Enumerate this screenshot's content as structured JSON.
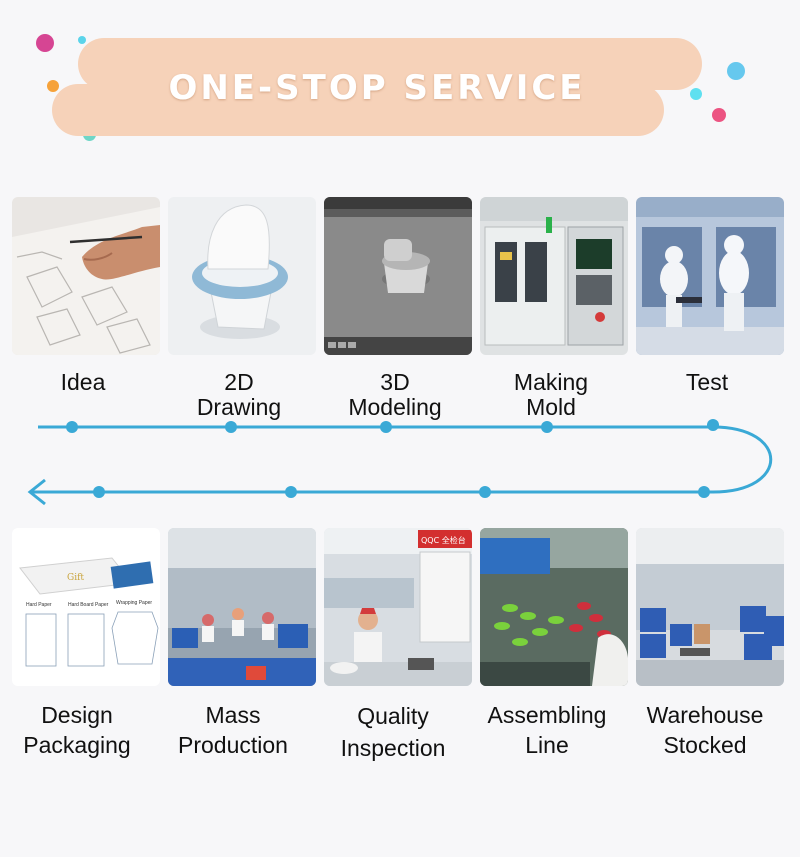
{
  "header": {
    "title": "ONE-STOP SERVICE"
  },
  "steps_top": [
    {
      "lines": [
        "Idea"
      ]
    },
    {
      "lines": [
        "2D",
        "Drawing"
      ]
    },
    {
      "lines": [
        "3D",
        "Modeling"
      ]
    },
    {
      "lines": [
        "Making",
        "Mold"
      ]
    },
    {
      "lines": [
        "Test"
      ]
    }
  ],
  "steps_bottom": [
    {
      "lines": [
        "Design",
        "Packaging"
      ]
    },
    {
      "lines": [
        "Mass",
        "Production"
      ]
    },
    {
      "lines": [
        "Quality",
        "Inspection"
      ]
    },
    {
      "lines": [
        "Assembling",
        "Line"
      ]
    },
    {
      "lines": [
        "Warehouse",
        "Stocked"
      ]
    }
  ],
  "photo_text": {
    "qc_sign": "QQC 全检台",
    "pack_paper1": "Hard Paper",
    "pack_paper2": "Hard Board Paper",
    "pack_paper3": "Wrapping Paper"
  },
  "colors": {
    "accent": "#3aa9d6",
    "banner": "#f6d2b9"
  }
}
